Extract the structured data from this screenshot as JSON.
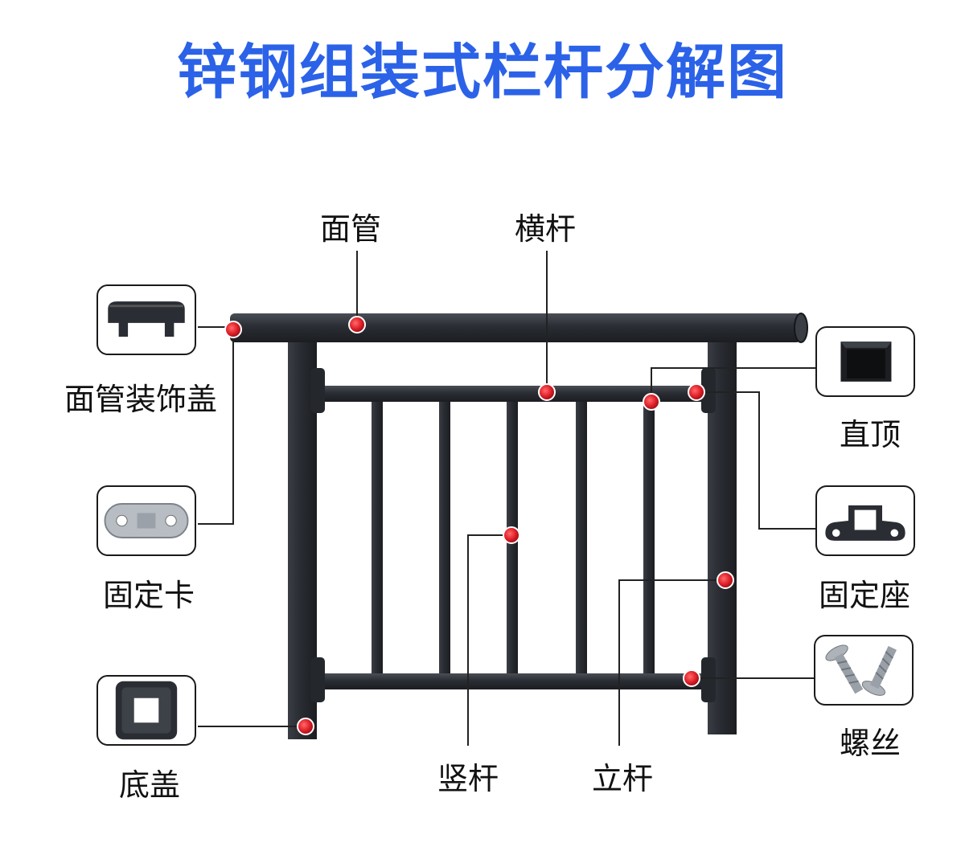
{
  "title": "锌钢组装式栏杆分解图",
  "colors": {
    "title": "#2b62e8",
    "rail": "#2a2d33",
    "dot": "#e0202a",
    "line": "#222222"
  },
  "labels": {
    "face_pipe": "面管",
    "crossbar": "横杆",
    "face_pipe_cap": "面管装饰盖",
    "fixing_clip": "固定卡",
    "base_cover": "底盖",
    "straight_top": "直顶",
    "fixing_seat": "固定座",
    "screw": "螺丝",
    "vertical_bar": "竖杆",
    "post": "立杆"
  },
  "icons": {
    "face_pipe_cap": "pipe-end-cap-icon",
    "fixing_clip": "fixing-clip-icon",
    "base_cover": "base-cover-icon",
    "straight_top": "square-top-cap-icon",
    "fixing_seat": "fixing-seat-icon",
    "screw": "screw-icon"
  }
}
